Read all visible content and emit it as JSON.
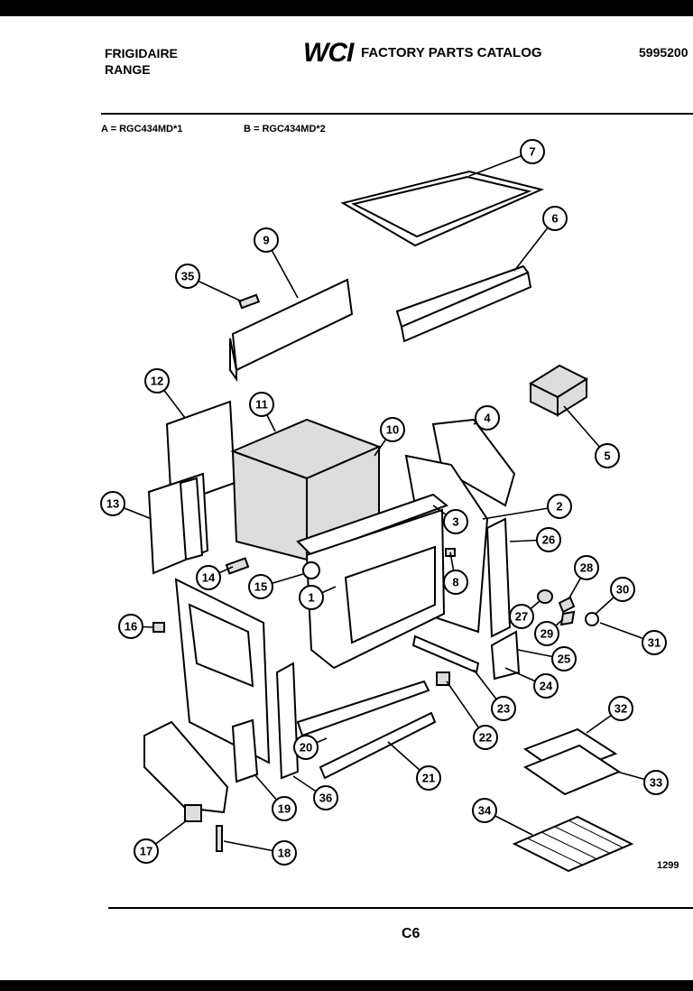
{
  "header": {
    "brand_line1": "FRIGIDAIRE",
    "brand_line2": "RANGE",
    "logo": "WCI",
    "catalog_title": "FACTORY PARTS CATALOG",
    "catalog_number": "5995200"
  },
  "models": {
    "a": "A = RGC434MD*1",
    "b": "B = RGC434MD*2"
  },
  "footer": {
    "drawing_code": "1299",
    "page_label": "C6"
  },
  "callouts": [
    "1",
    "2",
    "3",
    "4",
    "5",
    "6",
    "7",
    "8",
    "9",
    "10",
    "11",
    "12",
    "13",
    "14",
    "15",
    "16",
    "17",
    "18",
    "19",
    "20",
    "21",
    "22",
    "23",
    "24",
    "25",
    "26",
    "27",
    "28",
    "29",
    "30",
    "31",
    "32",
    "33",
    "34",
    "35",
    "36"
  ]
}
